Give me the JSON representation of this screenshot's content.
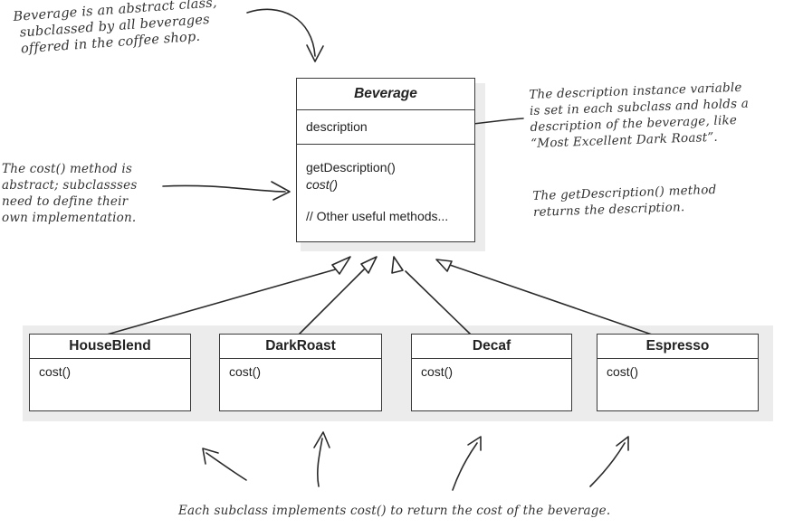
{
  "diagram": {
    "base_class": {
      "name": "Beverage",
      "attribute": "description",
      "methods": [
        "getDescription()",
        "cost()",
        "// Other useful methods..."
      ]
    },
    "subclasses": [
      {
        "name": "HouseBlend",
        "method": "cost()"
      },
      {
        "name": "DarkRoast",
        "method": "cost()"
      },
      {
        "name": "Decaf",
        "method": "cost()"
      },
      {
        "name": "Espresso",
        "method": "cost()"
      }
    ]
  },
  "annotations": {
    "abstract_note": [
      "Beverage is an abstract class,",
      "subclassed by all beverages",
      "offered in the coffee shop."
    ],
    "cost_note": [
      "The cost() method is",
      "abstract; subclassses",
      "need to define their",
      "own implementation."
    ],
    "description_note": [
      "The description instance variable",
      "is set in each subclass and holds a",
      "description of the beverage, like",
      "“Most Excellent Dark Roast”."
    ],
    "getdescription_note": [
      "The getDescription() method",
      "returns the description."
    ],
    "bottom_note": "Each subclass implements cost() to return the cost of the beverage."
  }
}
